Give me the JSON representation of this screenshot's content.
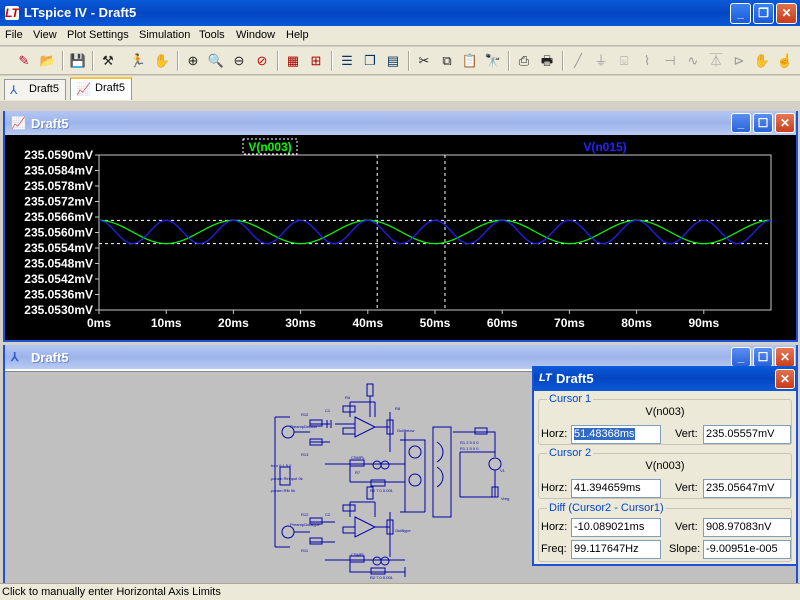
{
  "app": {
    "title": "LTspice IV - Draft5",
    "logo": "LT"
  },
  "menu": [
    "File",
    "View",
    "Plot Settings",
    "Simulation",
    "Tools",
    "Window",
    "Help"
  ],
  "tabs": [
    {
      "label": "Draft5"
    },
    {
      "label": "Draft5"
    }
  ],
  "plot_window": {
    "title": "Draft5"
  },
  "schematic_window": {
    "title": "Draft5"
  },
  "chart_data": {
    "type": "line",
    "x_unit": "ms",
    "xlim": [
      0,
      100
    ],
    "ylim": [
      235.053,
      235.059
    ],
    "y_unit": "mV",
    "y_ticks": [
      "235.0590mV",
      "235.0584mV",
      "235.0578mV",
      "235.0572mV",
      "235.0566mV",
      "235.0560mV",
      "235.0554mV",
      "235.0548mV",
      "235.0542mV",
      "235.0536mV",
      "235.0530mV"
    ],
    "x_ticks": [
      "0ms",
      "10ms",
      "20ms",
      "30ms",
      "40ms",
      "50ms",
      "60ms",
      "70ms",
      "80ms",
      "90ms"
    ],
    "series": [
      {
        "name": "V(n003)",
        "color": "#00ff00",
        "mean": 235.05602,
        "amplitude": 0.00045,
        "period_ms": 20,
        "phase_ms": -5
      },
      {
        "name": "V(n015)",
        "color": "#2222ff",
        "mean": 235.05602,
        "amplitude": 0.00045,
        "period_ms": 10,
        "phase_ms": -2.5
      }
    ],
    "cursors": {
      "x_ms": [
        41.394659,
        51.48368
      ],
      "y": [
        235.05647,
        235.05557
      ]
    },
    "grid": false,
    "legend": "top"
  },
  "cursor_panel": {
    "title": "Draft5",
    "c1": {
      "group": "Cursor 1",
      "signal": "V(n003)",
      "horz_label": "Horz:",
      "horz": "51.48368ms",
      "vert_label": "Vert:",
      "vert": "235.05557mV"
    },
    "c2": {
      "group": "Cursor 2",
      "signal": "V(n003)",
      "horz_label": "Horz:",
      "horz": "41.394659ms",
      "vert_label": "Vert:",
      "vert": "235.05647mV"
    },
    "diff": {
      "group": "Diff (Cursor2 - Cursor1)",
      "horz_label": "Horz:",
      "horz": "-10.089021ms",
      "vert_label": "Vert:",
      "vert": "908.97083nV",
      "freq_label": "Freq:",
      "freq": "99.117647Hz",
      "slope_label": "Slope:",
      "slope": "-9.00951e-005"
    }
  },
  "status": "Click to manually enter Horizontal Axis Limits",
  "colors": {
    "plot_bg": "#000000",
    "schematic_bg": "#c0c0c0",
    "wire": "#0000aa",
    "accent": "#0a5ad8"
  }
}
